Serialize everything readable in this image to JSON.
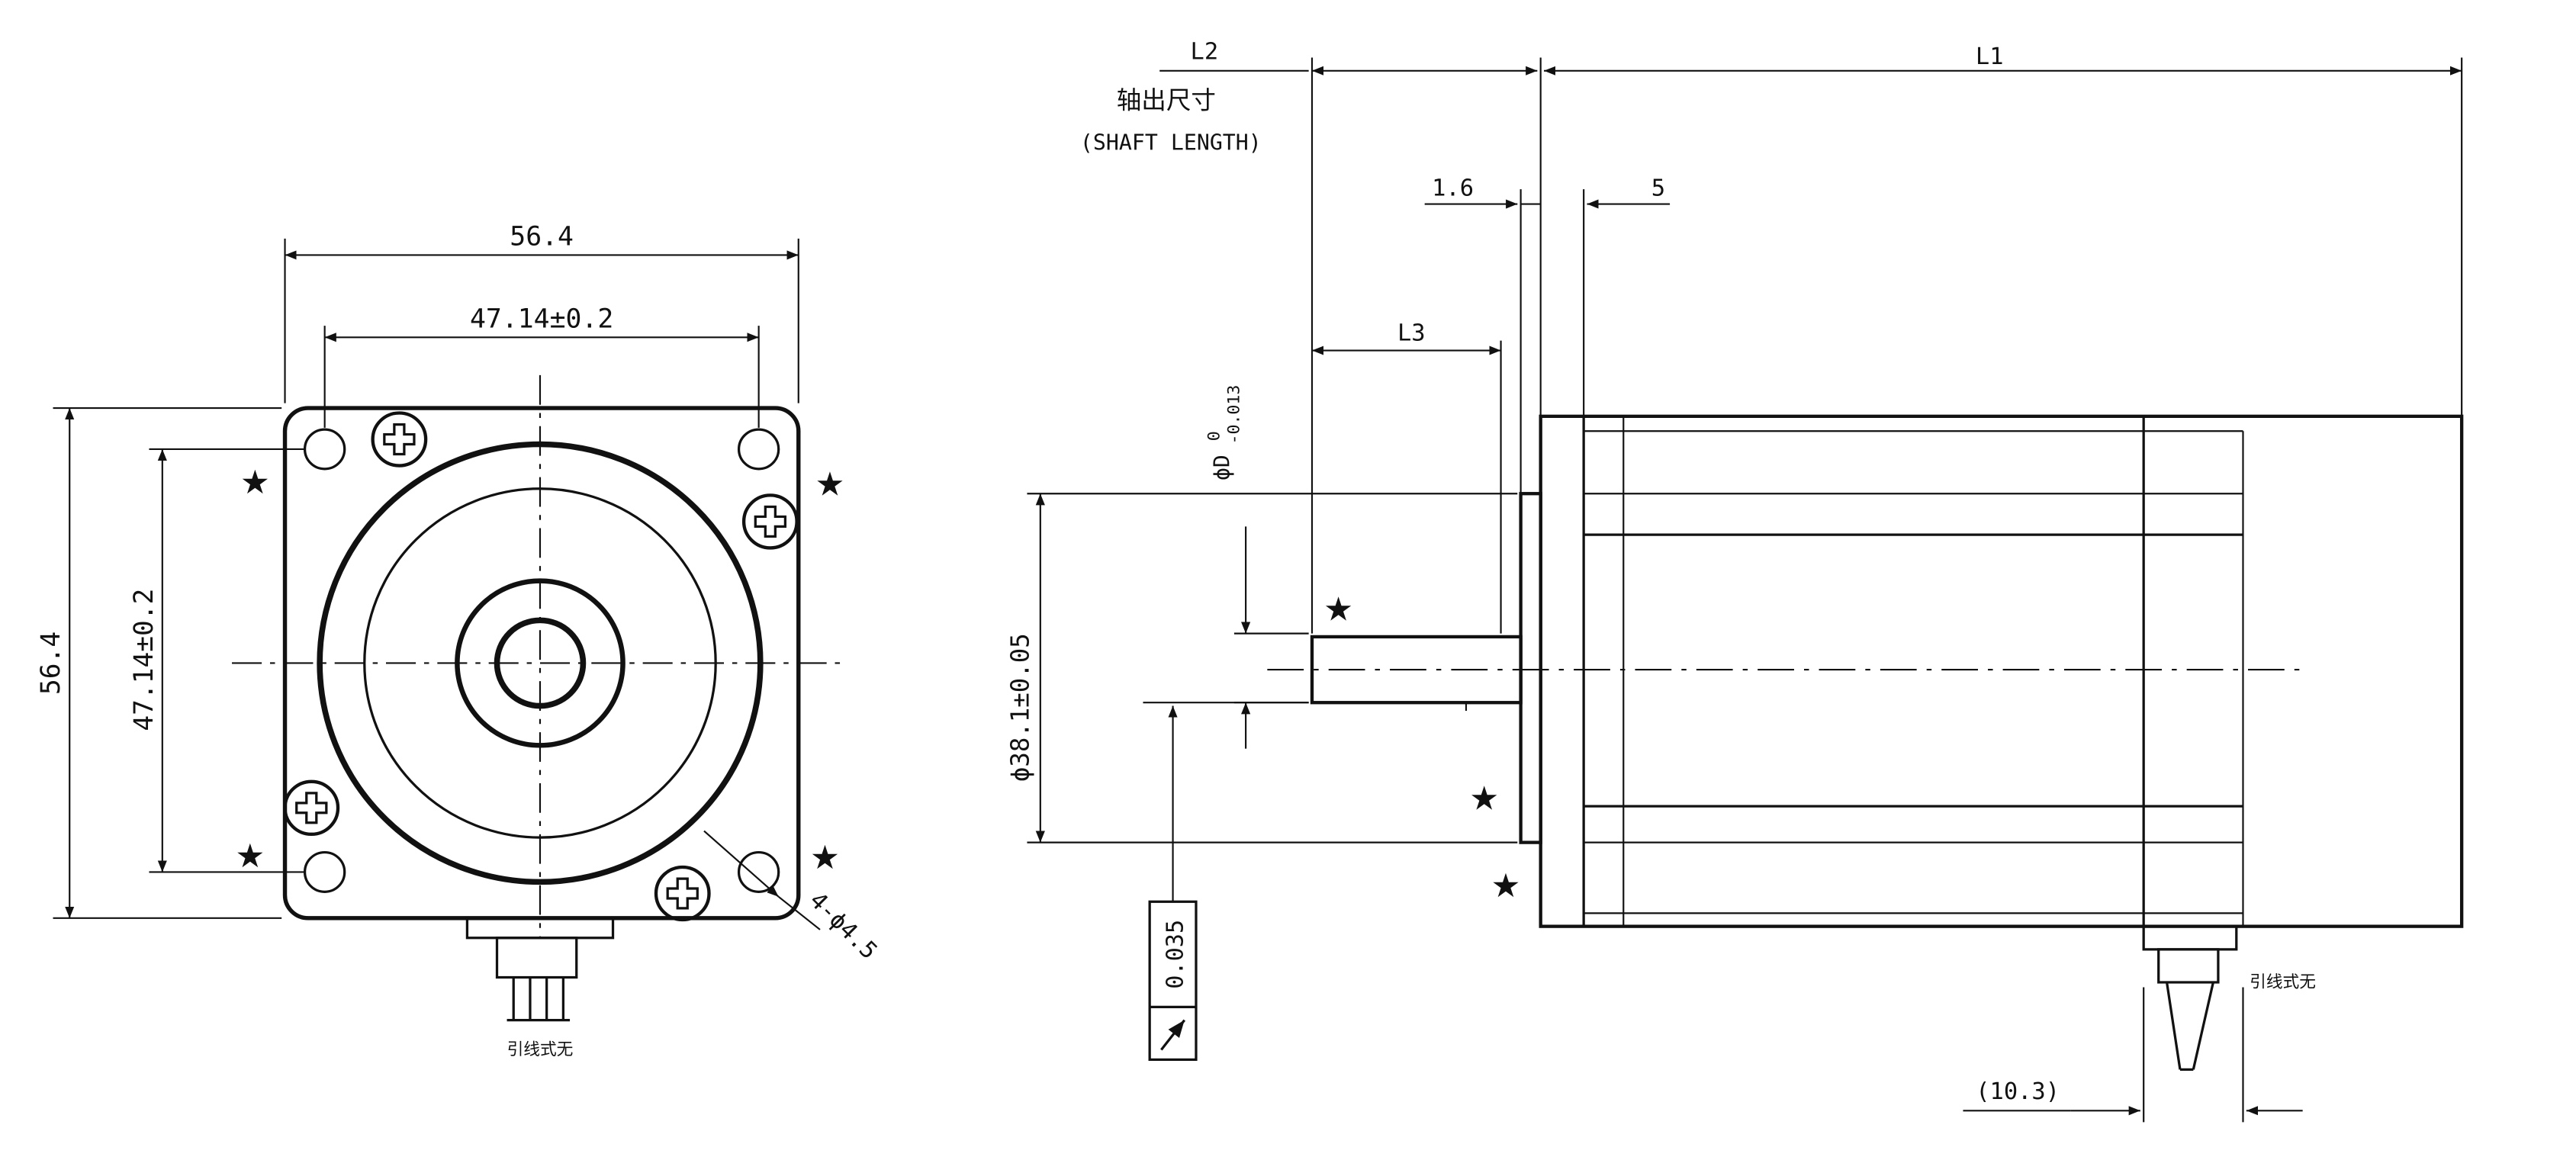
{
  "front_view": {
    "width_label": "56.4",
    "hole_pitch_h_label": "47.14±0.2",
    "height_label": "56.4",
    "hole_pitch_v_label": "47.14±0.2",
    "mounting_hole_label": "4-ϕ4.5",
    "lead_exit_label": "引线式无"
  },
  "side_view": {
    "l1_label": "L1",
    "l2_label": "L2",
    "l3_label": "L3",
    "shaft_length_cn": "轴出尺寸",
    "shaft_length_en": "(SHAFT LENGTH)",
    "dim_1_6": "1.6",
    "dim_5": "5",
    "shaft_dia_label": "ϕD",
    "shaft_tol_upper": "0",
    "shaft_tol_lower": "-0.013",
    "pilot_dia_label": "ϕ38.1±0.05",
    "runout_value": "0.035",
    "lead_offset_label": "(10.3)",
    "lead_exit_label": "引线式无"
  },
  "markers": {
    "star_symbol": "★"
  }
}
